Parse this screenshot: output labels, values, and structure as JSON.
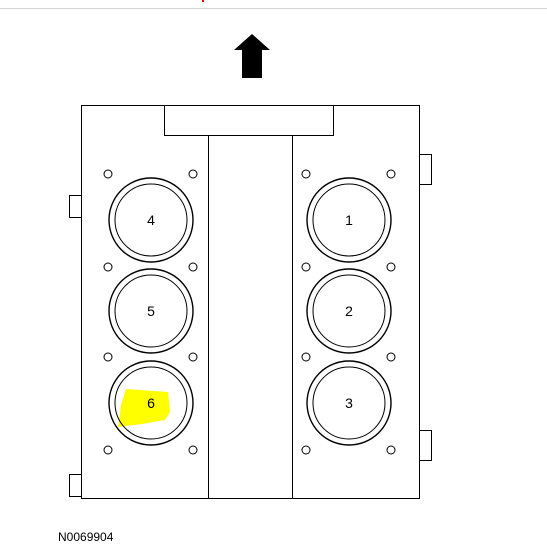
{
  "figure_id": "N0069904",
  "highlight_color": "#ffff00",
  "ink_color": "#000000",
  "header_rule_color": "#d6d6d6",
  "mark_color": "#e00000",
  "arrow_icon": "arrow-up-icon",
  "cylinders": [
    {
      "label": "1",
      "bank": "right",
      "highlighted": false
    },
    {
      "label": "2",
      "bank": "right",
      "highlighted": false
    },
    {
      "label": "3",
      "bank": "right",
      "highlighted": false
    },
    {
      "label": "4",
      "bank": "left",
      "highlighted": false
    },
    {
      "label": "5",
      "bank": "left",
      "highlighted": false
    },
    {
      "label": "6",
      "bank": "left",
      "highlighted": true
    }
  ]
}
